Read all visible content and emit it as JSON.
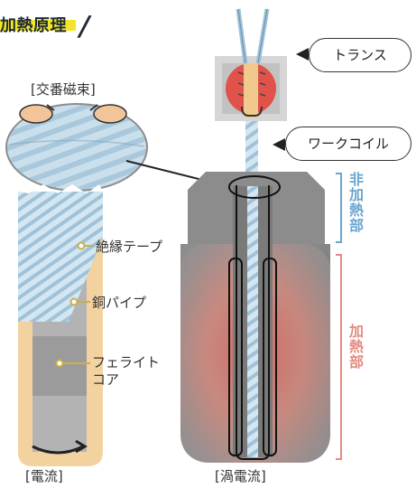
{
  "title": "加熱原理",
  "labels": {
    "magnetic_flux": "[交番磁束]",
    "insulating_tape": "絶縁テープ",
    "copper_pipe": "銅パイプ",
    "ferrite_core": "フェライト\nコア",
    "current": "[電流]",
    "eddy_current": "[渦電流]",
    "transformer": "トランス",
    "work_coil": "ワークコイル",
    "non_heating": "非\n加\n熱\n部",
    "heating": "加\n熱\n部"
  },
  "colors": {
    "title_highlight": "#f3e62a",
    "non_heating_label": "#6aa5cf",
    "heating_label": "#e58a82",
    "bracket_blue": "#6aa5cf",
    "bracket_red": "#e58a82",
    "pipe_tan": "#f2d3a0",
    "tape_blue": "#b7d4e6",
    "workpiece_gray": "#8d8d8d",
    "heat_red": "#e0524a"
  }
}
